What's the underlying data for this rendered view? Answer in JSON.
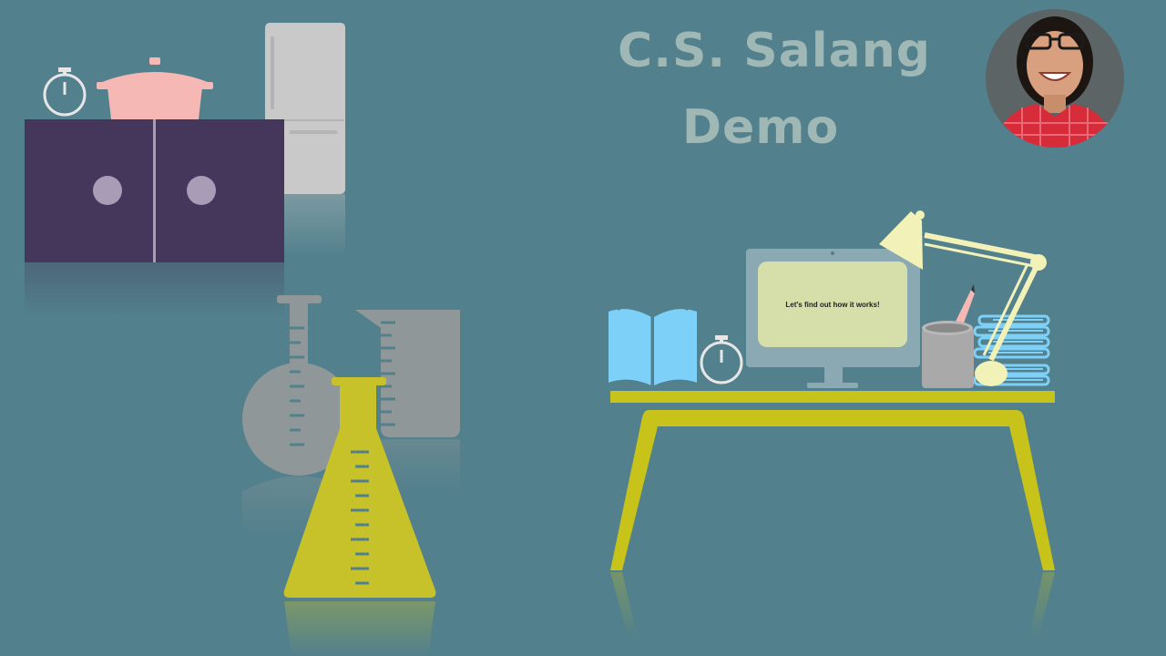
{
  "title": {
    "line1": "C.S. Salang",
    "line2": "Demo"
  },
  "monitor": {
    "screen_text": "Let's find out how it works!"
  },
  "colors": {
    "background": "#52808c",
    "title": "#9fb8b5",
    "cabinet": "#45375c",
    "cabinet_knob": "#a89cb7",
    "pot": "#f5b8b4",
    "fridge": "#c9c9c9",
    "glassware": "#8f9799",
    "flask": "#c8c22a",
    "desk": "#c8c31a",
    "monitor_frame": "#8aa9b3",
    "monitor_screen": "#d6deaa",
    "book": "#7dd0f7",
    "lamp": "#f2f2b8",
    "stopwatch": "#e6e6e6"
  },
  "icons": [
    "stopwatch-icon",
    "pot-icon",
    "fridge-icon",
    "cabinet-icon",
    "round-flask-icon",
    "beaker-icon",
    "erlenmeyer-flask-icon",
    "open-book-icon",
    "monitor-icon",
    "desk-lamp-icon",
    "pencil-cup-icon",
    "book-stack-icon",
    "desk-icon",
    "avatar"
  ]
}
